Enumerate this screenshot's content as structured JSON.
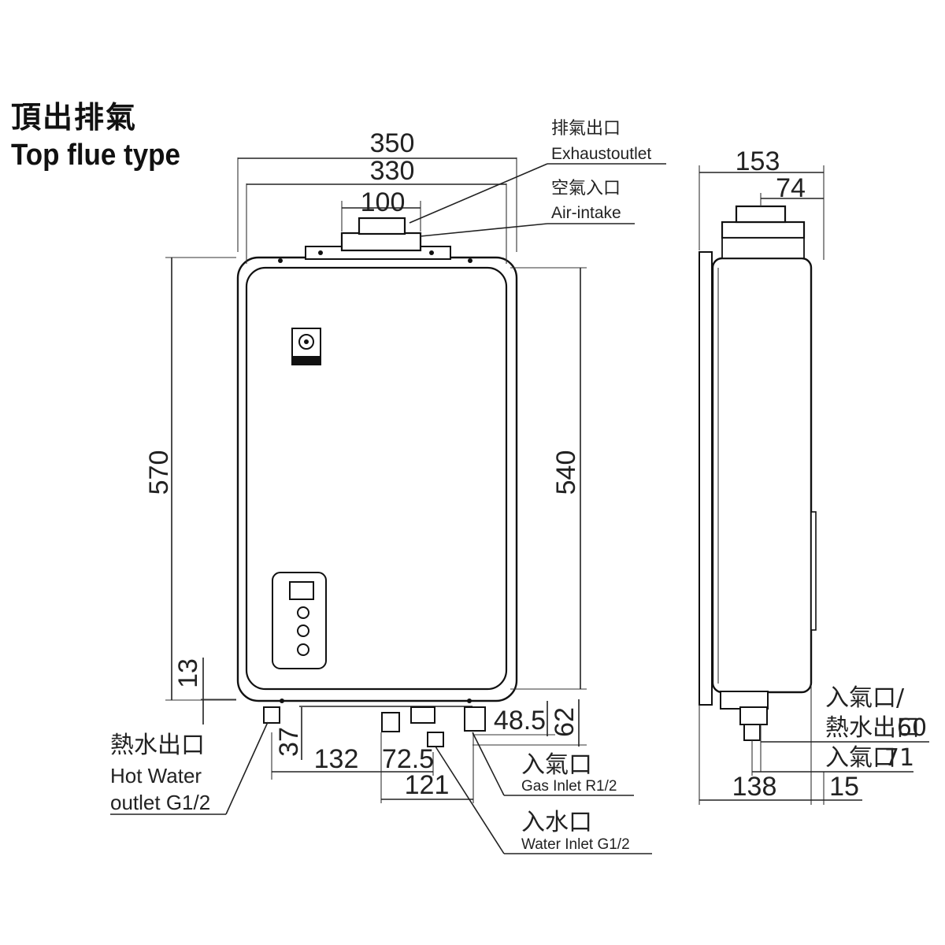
{
  "title": {
    "cn": "頂出排氣",
    "en": "Top flue type"
  },
  "front_dims": {
    "width_outer": "350",
    "width_inner": "330",
    "flue_width": "100",
    "height_outer": "570",
    "height_inner": "540",
    "bottom_offset": "13",
    "hot_water_drop": "37",
    "hot_to_water": "132",
    "water_to_gas_a": "72.5",
    "water_to_gas_b": "121",
    "gas_height": "48.5",
    "total_bottom": "62"
  },
  "side_dims": {
    "depth_outer": "153",
    "flue_offset": "74",
    "base_depth": "138",
    "base_extra": "15",
    "inlet_gas_hot_val": "60",
    "inlet_gas_val": "71"
  },
  "labels": {
    "exhaust_cn": "排氣出口",
    "exhaust_en": "Exhaustoutlet",
    "air_cn": "空氣入口",
    "air_en": "Air-intake",
    "hot_water_cn": "熱水出口",
    "hot_water_en_1": "Hot Water",
    "hot_water_en_2": "outlet G1/2",
    "gas_inlet_cn": "入氣口",
    "gas_inlet_en": "Gas Inlet R1/2",
    "water_inlet_cn": "入水口",
    "water_inlet_en": "Water Inlet G1/2",
    "side_gas_hot_cn_1": "入氣口/",
    "side_gas_hot_cn_2": "熱水出口",
    "side_gas_cn": "入氣口"
  }
}
